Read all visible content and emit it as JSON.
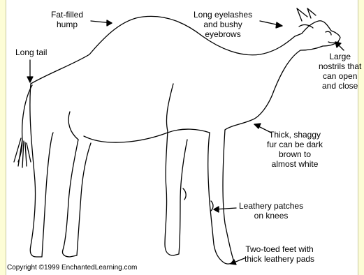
{
  "labels": {
    "hump": [
      "Fat-filled",
      "hump"
    ],
    "tail": "Long tail",
    "eyelashes": [
      "Long eyelashes",
      "and bushy",
      "eyebrows"
    ],
    "nostrils": [
      "Large",
      "nostrils that",
      "can open",
      "and close"
    ],
    "fur": [
      "Thick, shaggy",
      "fur can be dark",
      "brown to",
      "almost white"
    ],
    "knees": [
      "Leathery patches",
      "on knees"
    ],
    "feet": [
      "Two-toed feet with",
      "thick leathery pads"
    ]
  },
  "copyright": "Copyright ©1999 EnchantedLearning.com",
  "colors": {
    "page_bg": "#fdfdd6",
    "frame_bg": "#ffffff",
    "ink": "#000000"
  }
}
